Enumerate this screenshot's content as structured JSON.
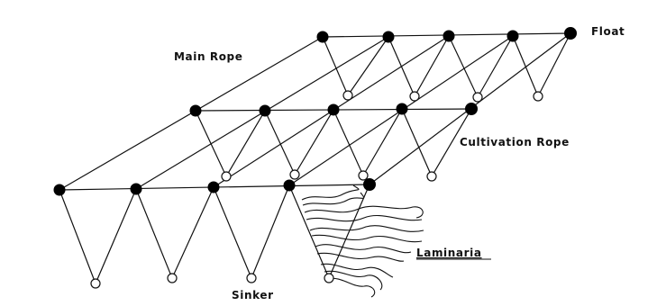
{
  "labels": {
    "float": "Float",
    "main_rope": "Main Rope",
    "cultivation_rope": "Cultivation Rope",
    "laminaria": "Laminaria",
    "sinker": "Sinker"
  }
}
